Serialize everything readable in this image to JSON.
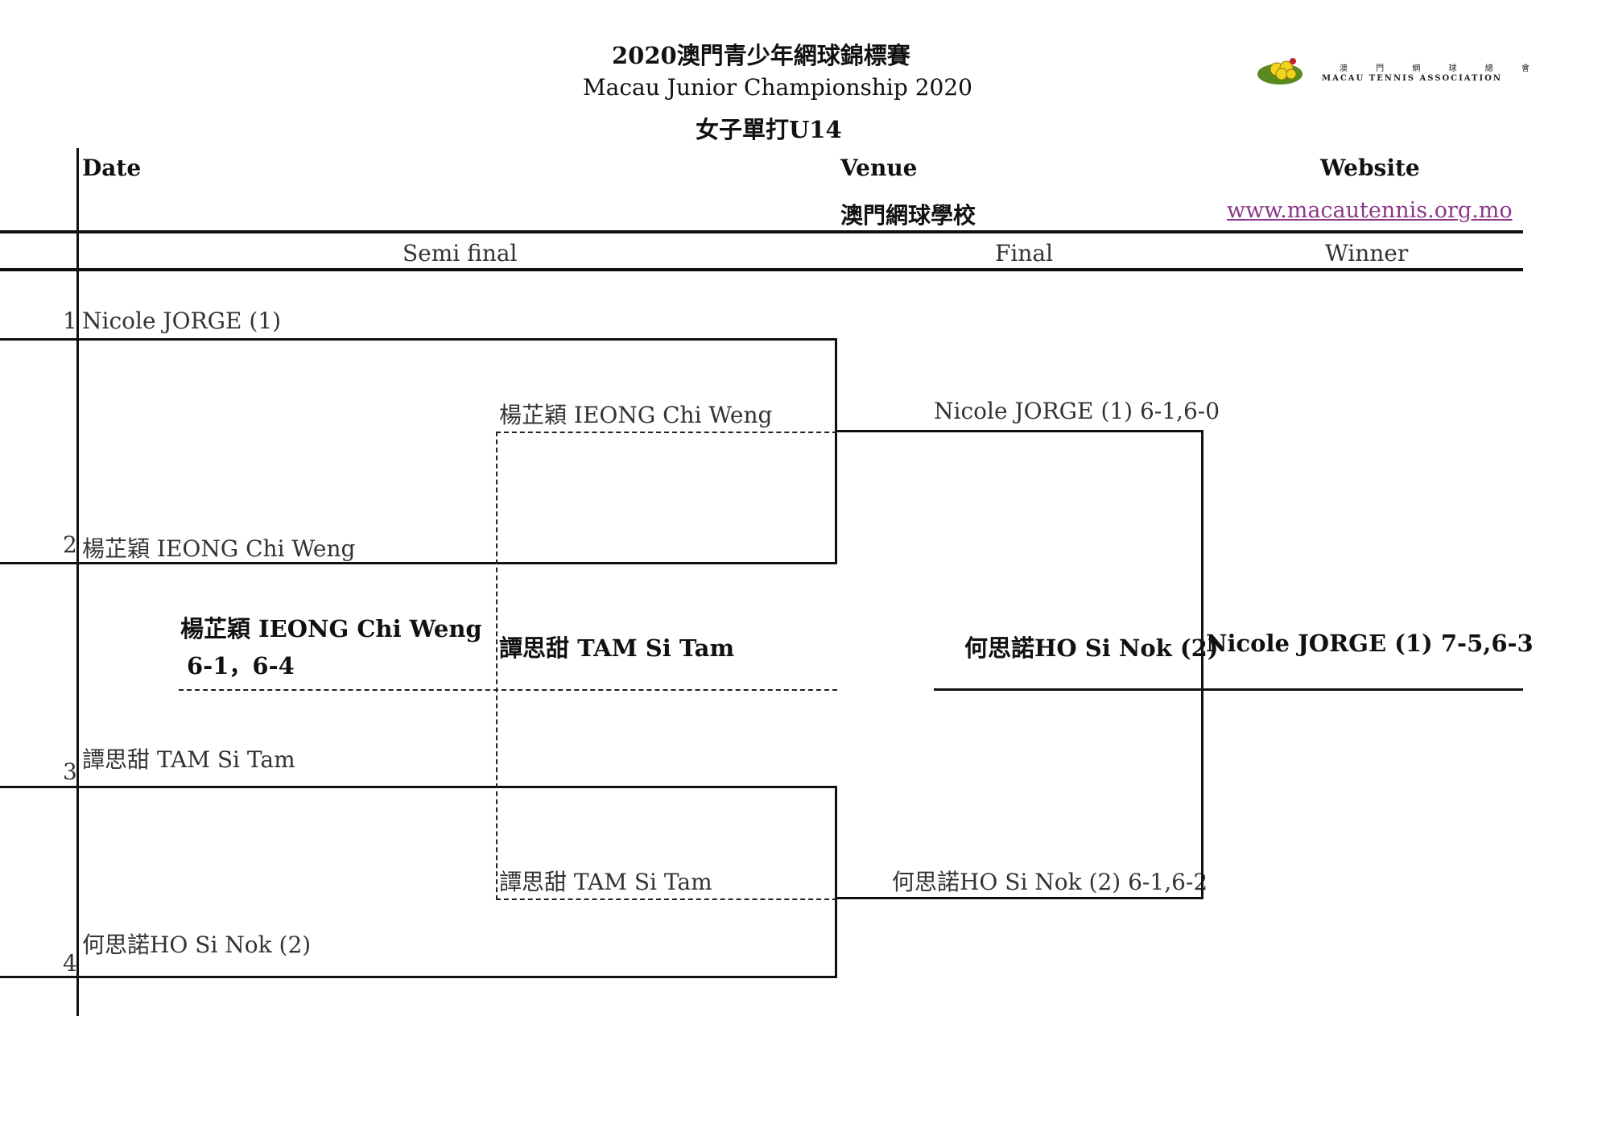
{
  "header": {
    "title_cn": "2020澳門青少年網球錦標賽",
    "title_en": "Macau Junior Championship 2020",
    "event": "女子單打U14"
  },
  "logo": {
    "org_cn": "澳 門 網 球 總 會",
    "org_en": "MACAU TENNIS ASSOCIATION",
    "icon": "tennis-ball-logo-icon",
    "colors": {
      "green": "#5a8a1e",
      "yellow": "#f2d31b",
      "red": "#c8202a"
    }
  },
  "info": {
    "date_label": "Date",
    "venue_label": "Venue",
    "venue_value": "澳門網球學校",
    "website_label": "Website",
    "website_value": "www.macautennis.org.mo"
  },
  "rounds": {
    "semi": "Semi final",
    "final": "Final",
    "winner": "Winner"
  },
  "draw": {
    "seeds": [
      {
        "num": "1",
        "name": "Nicole JORGE (1)"
      },
      {
        "num": "2",
        "name": "楊芷穎 IEONG Chi Weng"
      },
      {
        "num": "3",
        "name": "譚思甜 TAM Si Tam"
      },
      {
        "num": "4",
        "name": "何思諾HO Si Nok  (2)"
      }
    ],
    "consolation": {
      "upper": "楊芷穎 IEONG Chi Weng",
      "lower": "譚思甜 TAM Si Tam",
      "winner_name": "楊芷穎 IEONG Chi Weng",
      "winner_score": "6-1，6-4",
      "second": "譚思甜 TAM Si Tam"
    },
    "semi_winners": {
      "top": "Nicole JORGE (1) 6-1,6-0",
      "bottom": "何思諾HO Si Nok  (2) 6-1,6-2"
    },
    "final_runner_up": "何思諾HO Si Nok  (2)",
    "champion": "Nicole JORGE (1) 7-5,6-3"
  }
}
